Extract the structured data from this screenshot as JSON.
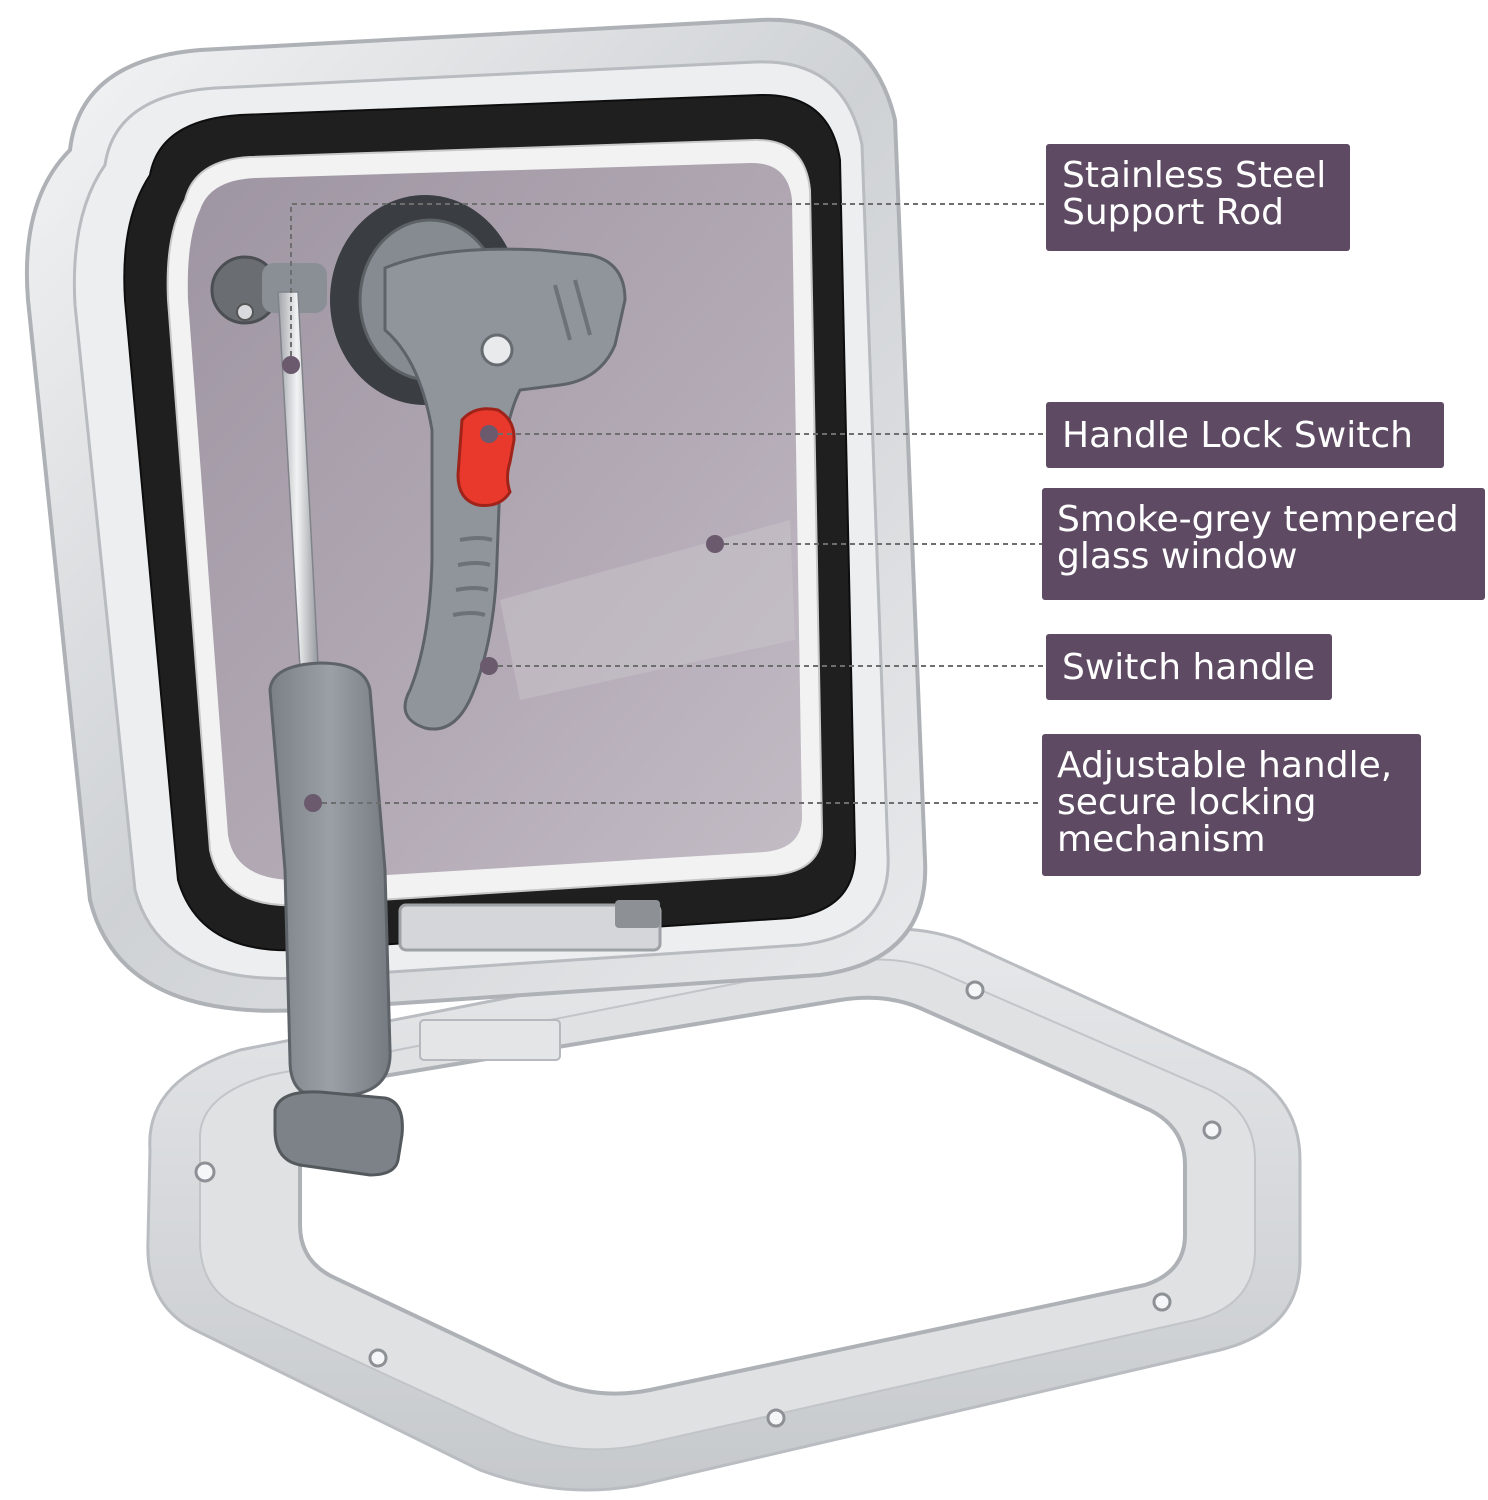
{
  "colors": {
    "callout_bg": "#5e4b63",
    "callout_text": "#ffffff",
    "leader_line": "#6e6e6e",
    "marker_dot": "#6b5a6e",
    "frame_aluminium": "#d7d9dc",
    "gasket": "#222222",
    "glass_tint": "#a79fab",
    "handle_grey": "#8a8f95",
    "lock_switch_red": "#e8392c"
  },
  "image": {
    "subject": "hatch-with-smoke-grey-tempered-glass",
    "icons": [
      "marker-dot",
      "mounting-screw-hole"
    ]
  },
  "callouts": {
    "support_rod": {
      "line1": "Stainless Steel",
      "line2": "Support Rod"
    },
    "lock_switch": {
      "line1": "Handle Lock Switch"
    },
    "glass_window": {
      "line1": "Smoke-grey tempered",
      "line2": "glass window"
    },
    "switch_handle": {
      "line1": "Switch handle"
    },
    "adjustable_handle": {
      "line1": "Adjustable handle,",
      "line2": "secure locking",
      "line3": "mechanism"
    }
  }
}
